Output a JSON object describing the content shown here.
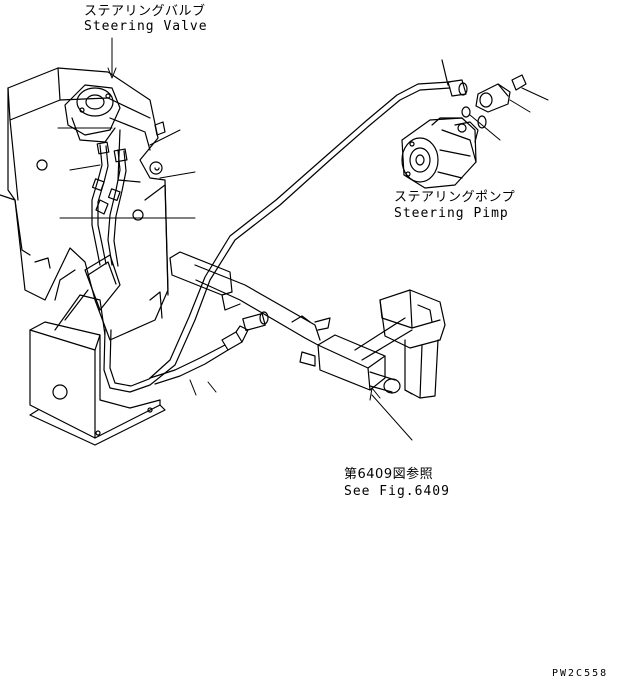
{
  "labels": {
    "steering_valve_jp": "ステアリングバルブ",
    "steering_valve_en": "Steering Valve",
    "steering_pump_jp": "ステアリングポンプ",
    "steering_pump_en": "Steering Pimp",
    "fig_ref_jp": "第6409図参照",
    "fig_ref_en": "See Fig.6409",
    "drawing_code": "PW2C558"
  }
}
